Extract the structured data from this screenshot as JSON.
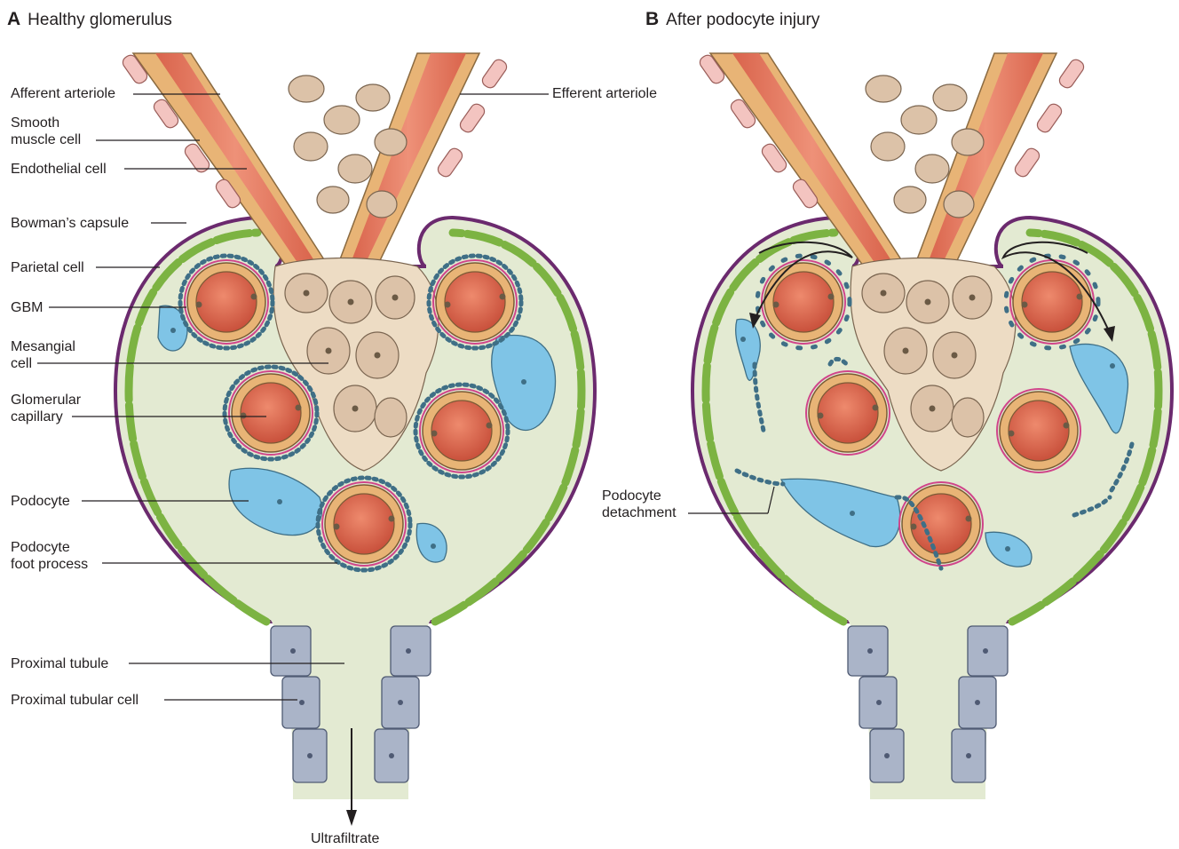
{
  "panels": [
    {
      "letter": "A",
      "title": "Healthy glomerulus"
    },
    {
      "letter": "B",
      "title": "After podocyte injury"
    }
  ],
  "labels": {
    "afferent_arteriole": "Afferent arteriole",
    "efferent_arteriole": "Efferent arteriole",
    "smooth_muscle_cell_1": "Smooth",
    "smooth_muscle_cell_2": "muscle cell",
    "endothelial_cell": "Endothelial cell",
    "bowmans_capsule": "Bowman’s capsule",
    "parietal_cell": "Parietal cell",
    "gbm": "GBM",
    "mesangial_cell_1": "Mesangial",
    "mesangial_cell_2": "cell",
    "glomerular_capillary_1": "Glomerular",
    "glomerular_capillary_2": "capillary",
    "podocyte": "Podocyte",
    "podocyte_foot_process_1": "Podocyte",
    "podocyte_foot_process_2": "foot process",
    "proximal_tubule": "Proximal tubule",
    "proximal_tubular_cell": "Proximal tubular cell",
    "ultrafiltrate": "Ultrafiltrate",
    "podocyte_detachment_1": "Podocyte",
    "podocyte_detachment_2": "detachment"
  },
  "colors": {
    "capsule_outline": "#6b2a6e",
    "parietal_cell": "#7cb342",
    "filtrate_space": "#e3ead2",
    "capillary_blood": "#d9644c",
    "endothelial_ring": "#e8b476",
    "gbm_line": "#d0458a",
    "podocyte": "#7fc4e6",
    "mesangial_cell": "#dcc2a8",
    "smooth_muscle_cell": "#f3c4c0",
    "tubular_cell": "#aab4c8"
  }
}
